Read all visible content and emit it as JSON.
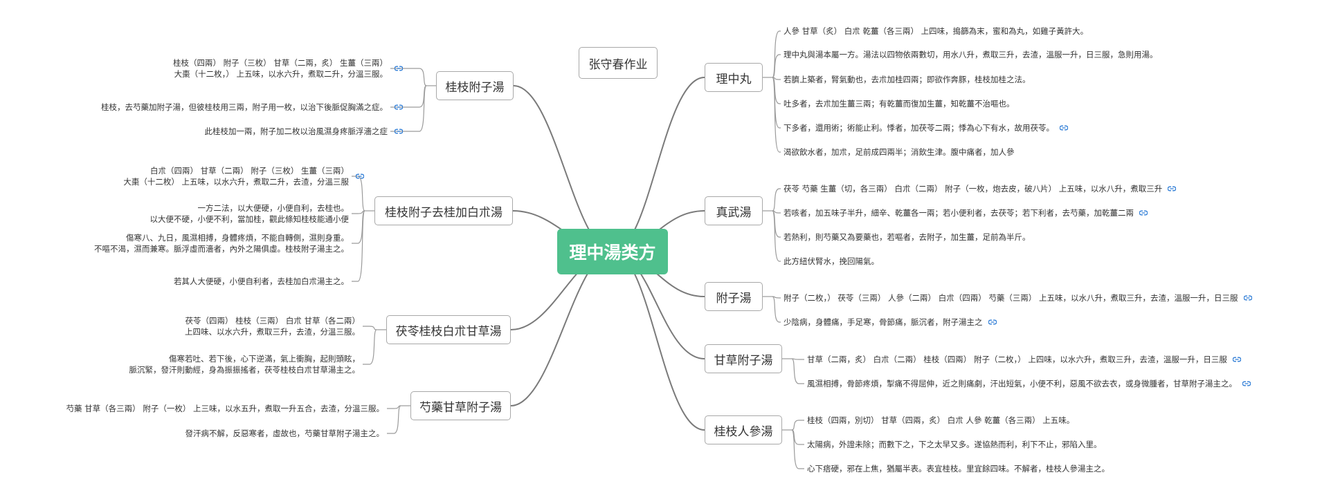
{
  "central": "理中湯类方",
  "floating": "张守春作业",
  "topics": {
    "lizhongwan": {
      "label": "理中丸",
      "leaves": [
        [
          "人參 甘草（炙） 白朮 乾薑（各三兩） 上四味，搗篩為末，蜜和為丸，如雞子黃許大。"
        ],
        [
          "理中丸與湯本屬一方。湯法以四物依兩數切，用水八升，煮取三升，去渣，溫服一升，日三服，急則用湯。"
        ],
        [
          "若臍上築者，腎氣動也，去朮加桂四兩；即欲作奔豚，桂枝加桂之法。"
        ],
        [
          "吐多者，去朮加生薑三兩；有乾薑而復加生薑，知乾薑不治嘔也。"
        ],
        [
          "下多者，還用術；術能止利。悸者，加茯苓二兩；悸為心下有水，故用茯苓。"
        ],
        [
          "渴欲飲水者，加朮，足前成四兩半；消飲生津。腹中痛者，加人參"
        ]
      ]
    },
    "zhenwu": {
      "label": "真武湯",
      "leaves": [
        [
          "茯苓 芍藥 生薑（切，各三兩） 白朮（二兩） 附子（一枚，炮去皮，破八片） 上五味，以水八升，煮取三升"
        ],
        [
          "若咳者，加五味子半升，細辛、乾薑各一兩；若小便利者，去茯苓；若下利者，去芍藥，加乾薑二兩"
        ],
        [
          "若熱利，則芍藥又為要藥也，若嘔者，去附子，加生薑，足前為半斤。"
        ],
        [
          "此方紐伏腎水，挽回陽氣。"
        ]
      ]
    },
    "fuzi": {
      "label": "附子湯",
      "leaves": [
        [
          "附子（二枚，） 茯苓（三兩） 人參（二兩） 白朮（四兩） 芍藥（三兩） 上五味，以水八升，煮取三升，去渣，溫服一升，日三服"
        ],
        [
          "少陰病，身體痛，手足寒，骨節痛，脈沉者，附子湯主之"
        ]
      ]
    },
    "gancaofuzi": {
      "label": "甘草附子湯",
      "leaves": [
        [
          "甘草（二兩，炙） 白朮（二兩） 桂枝（四兩） 附子（二枚，） 上四味，以水六升，煮取三升，去渣，溫服一升，日三服"
        ],
        [
          "風濕相搏，骨節疼煩，掣痛不得屈伸，近之則痛劇，汗出短氣，小便不利，惡風不欲去衣，或身微腫者，甘草附子湯主之。"
        ]
      ]
    },
    "guizhirenshen": {
      "label": "桂枝人參湯",
      "leaves": [
        [
          "桂枝（四兩，別切） 甘草（四兩，炙） 白朮 人參 乾薑（各三兩） 上五味。"
        ],
        [
          "太陽病，外證未除；而數下之，下之太早又多。遂協熱而利，利下不止，邪陷入里。"
        ],
        [
          "心下痞硬，邪在上焦，猶屬半表。表宜桂枝。里宜餘四味。不解者，桂枝人參湯主之。"
        ]
      ]
    },
    "guizhifuzi": {
      "label": "桂枝附子湯",
      "leaves": [
        [
          "桂枝（四兩） 附子（三枚） 甘草（二兩，炙） 生薑（三兩）",
          "大棗（十二枚，） 上五味，以水六升，煮取二升，分溫三服。"
        ],
        [
          "桂枝，去芍藥加附子湯，但彼桂枝用三兩，附子用一枚，以治下後脈促胸滿之症。"
        ],
        [
          "此桂枝加一兩，附子加二枚以治風濕身疼脈浮濇之症"
        ]
      ]
    },
    "quguijiabaizhu": {
      "label": "桂枝附子去桂加白朮湯",
      "leaves": [
        [
          "白朮（四兩） 甘草（二兩） 附子（三枚） 生薑（三兩）",
          "大棗（十二枚） 上五味，以水六升，煮取二升，去渣，分溫三服"
        ],
        [
          "一方二法，以大便硬，小便自利，去桂也。",
          "以大便不硬，小便不利，當加桂，觀此條知桂枝能通小便"
        ],
        [
          "傷寒八、九日，風濕相搏，身體疼煩，不能自轉側，濕則身重。",
          "不嘔不渴，濕而兼寒。脈浮虛而濇者，內外之陽俱虛。桂枝附子湯主之。"
        ],
        [
          "若其人大便硬，小便自利者，去桂加白朮湯主之。"
        ]
      ]
    },
    "lingguizhugan": {
      "label": "茯苓桂枝白朮甘草湯",
      "leaves": [
        [
          "茯苓（四兩） 桂枝（三兩） 白朮 甘草（各二兩）",
          "上四味、以水六升，煮取三升，去渣，分溫三服。"
        ],
        [
          "傷寒若吐、若下後，心下逆滿，氣上衝胸，起則頭眩，",
          "脈沉緊，發汗則動經，身為振振搖者，茯苓桂枝白朮甘草湯主之。"
        ]
      ]
    },
    "shaoyaogancaofuzi": {
      "label": "芍藥甘草附子湯",
      "leaves": [
        [
          "芍藥 甘草（各三兩） 附子（一枚） 上三味，以水五升，煮取一升五合，去渣，分溫三服。"
        ],
        [
          "發汗病不解，反惡寒者，虛故也，芍藥甘草附子湯主之。"
        ]
      ]
    }
  },
  "colors": {
    "central_bg": "#4fc08d",
    "link_icon": "#2a7ad5",
    "line": "#7a7a7a"
  }
}
